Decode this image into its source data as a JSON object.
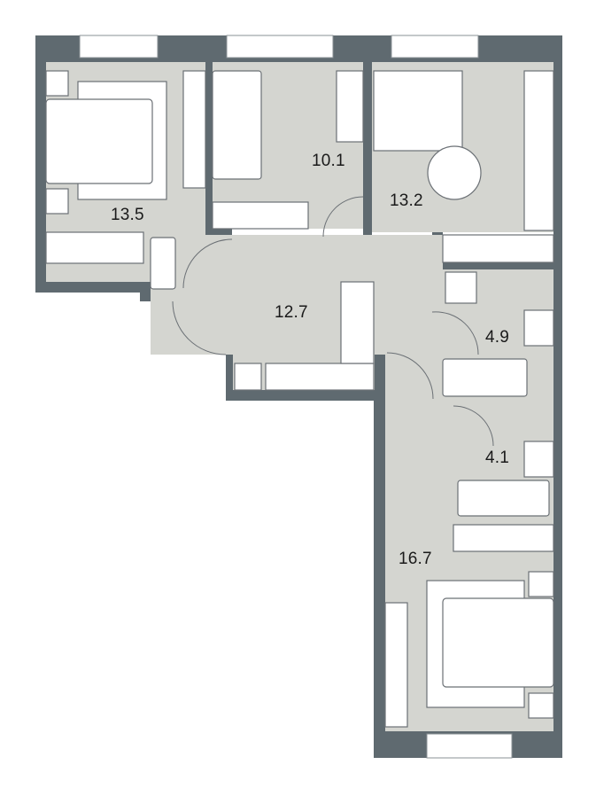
{
  "plan": {
    "rooms": [
      {
        "id": "bedroom-1",
        "area": "13.5"
      },
      {
        "id": "bedroom-2",
        "area": "10.1"
      },
      {
        "id": "kitchen-living",
        "area": "13.2"
      },
      {
        "id": "hallway",
        "area": "12.7"
      },
      {
        "id": "bathroom-1",
        "area": "4.9"
      },
      {
        "id": "bathroom-2",
        "area": "4.1"
      },
      {
        "id": "bedroom-3",
        "area": "16.7"
      }
    ]
  },
  "colors": {
    "wall": "#5f6a70",
    "floor": "#d4d5d0",
    "furniture": "#ffffff",
    "line": "#6b7075"
  }
}
